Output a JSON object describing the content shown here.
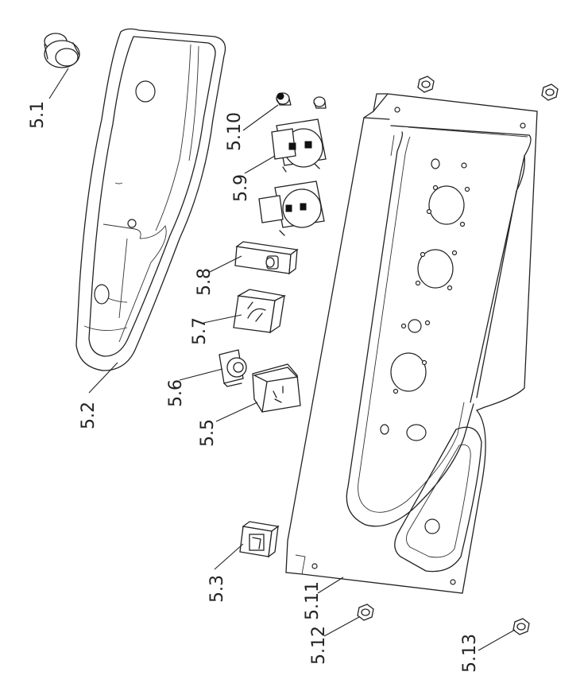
{
  "labels": {
    "p5_1": "5.1",
    "p5_2": "5.2",
    "p5_3": "5.3",
    "p5_5": "5.5",
    "p5_6": "5.6",
    "p5_7": "5.7",
    "p5_8": "5.8",
    "p5_9": "5.9",
    "p5_10": "5.10",
    "p5_11": "5.11",
    "p5_12": "5.12",
    "p5_13": "5.13"
  }
}
